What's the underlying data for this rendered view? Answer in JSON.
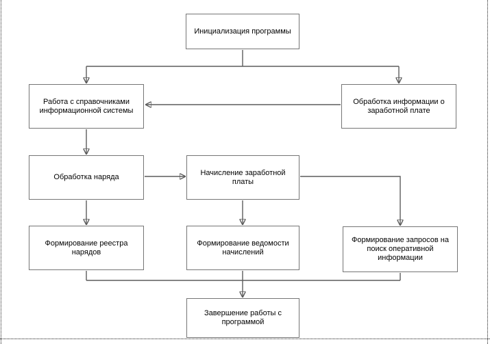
{
  "diagram": {
    "kind": "flowchart",
    "language": "ru",
    "colors": {
      "background": "#ffffff",
      "box_border": "#747474",
      "line": "#5c5c5c",
      "arrowhead": "#1a1a1a",
      "text": "#000000"
    },
    "nodes": [
      {
        "id": "init",
        "label": "Инициализация программы"
      },
      {
        "id": "dict",
        "label": "Работа с справочниками информационной системы"
      },
      {
        "id": "salary",
        "label": "Обработка информации о заработной плате"
      },
      {
        "id": "order",
        "label": "Обработка наряда"
      },
      {
        "id": "accrual",
        "label": "Начисление заработной платы"
      },
      {
        "id": "register",
        "label": "Формирование реестра нарядов"
      },
      {
        "id": "statement",
        "label": "Формирование ведомости начислений"
      },
      {
        "id": "requests",
        "label": "Формирование запросов на поиск оперативной информации"
      },
      {
        "id": "end",
        "label": "Завершение работы с программой"
      }
    ],
    "edges": [
      {
        "from": "init",
        "to": "dict"
      },
      {
        "from": "init",
        "to": "salary"
      },
      {
        "from": "salary",
        "to": "dict"
      },
      {
        "from": "dict",
        "to": "order"
      },
      {
        "from": "order",
        "to": "accrual"
      },
      {
        "from": "accrual",
        "to": "requests"
      },
      {
        "from": "order",
        "to": "register"
      },
      {
        "from": "accrual",
        "to": "statement"
      },
      {
        "from": "register",
        "to": "end"
      },
      {
        "from": "statement",
        "to": "end"
      },
      {
        "from": "requests",
        "to": "end"
      }
    ]
  }
}
